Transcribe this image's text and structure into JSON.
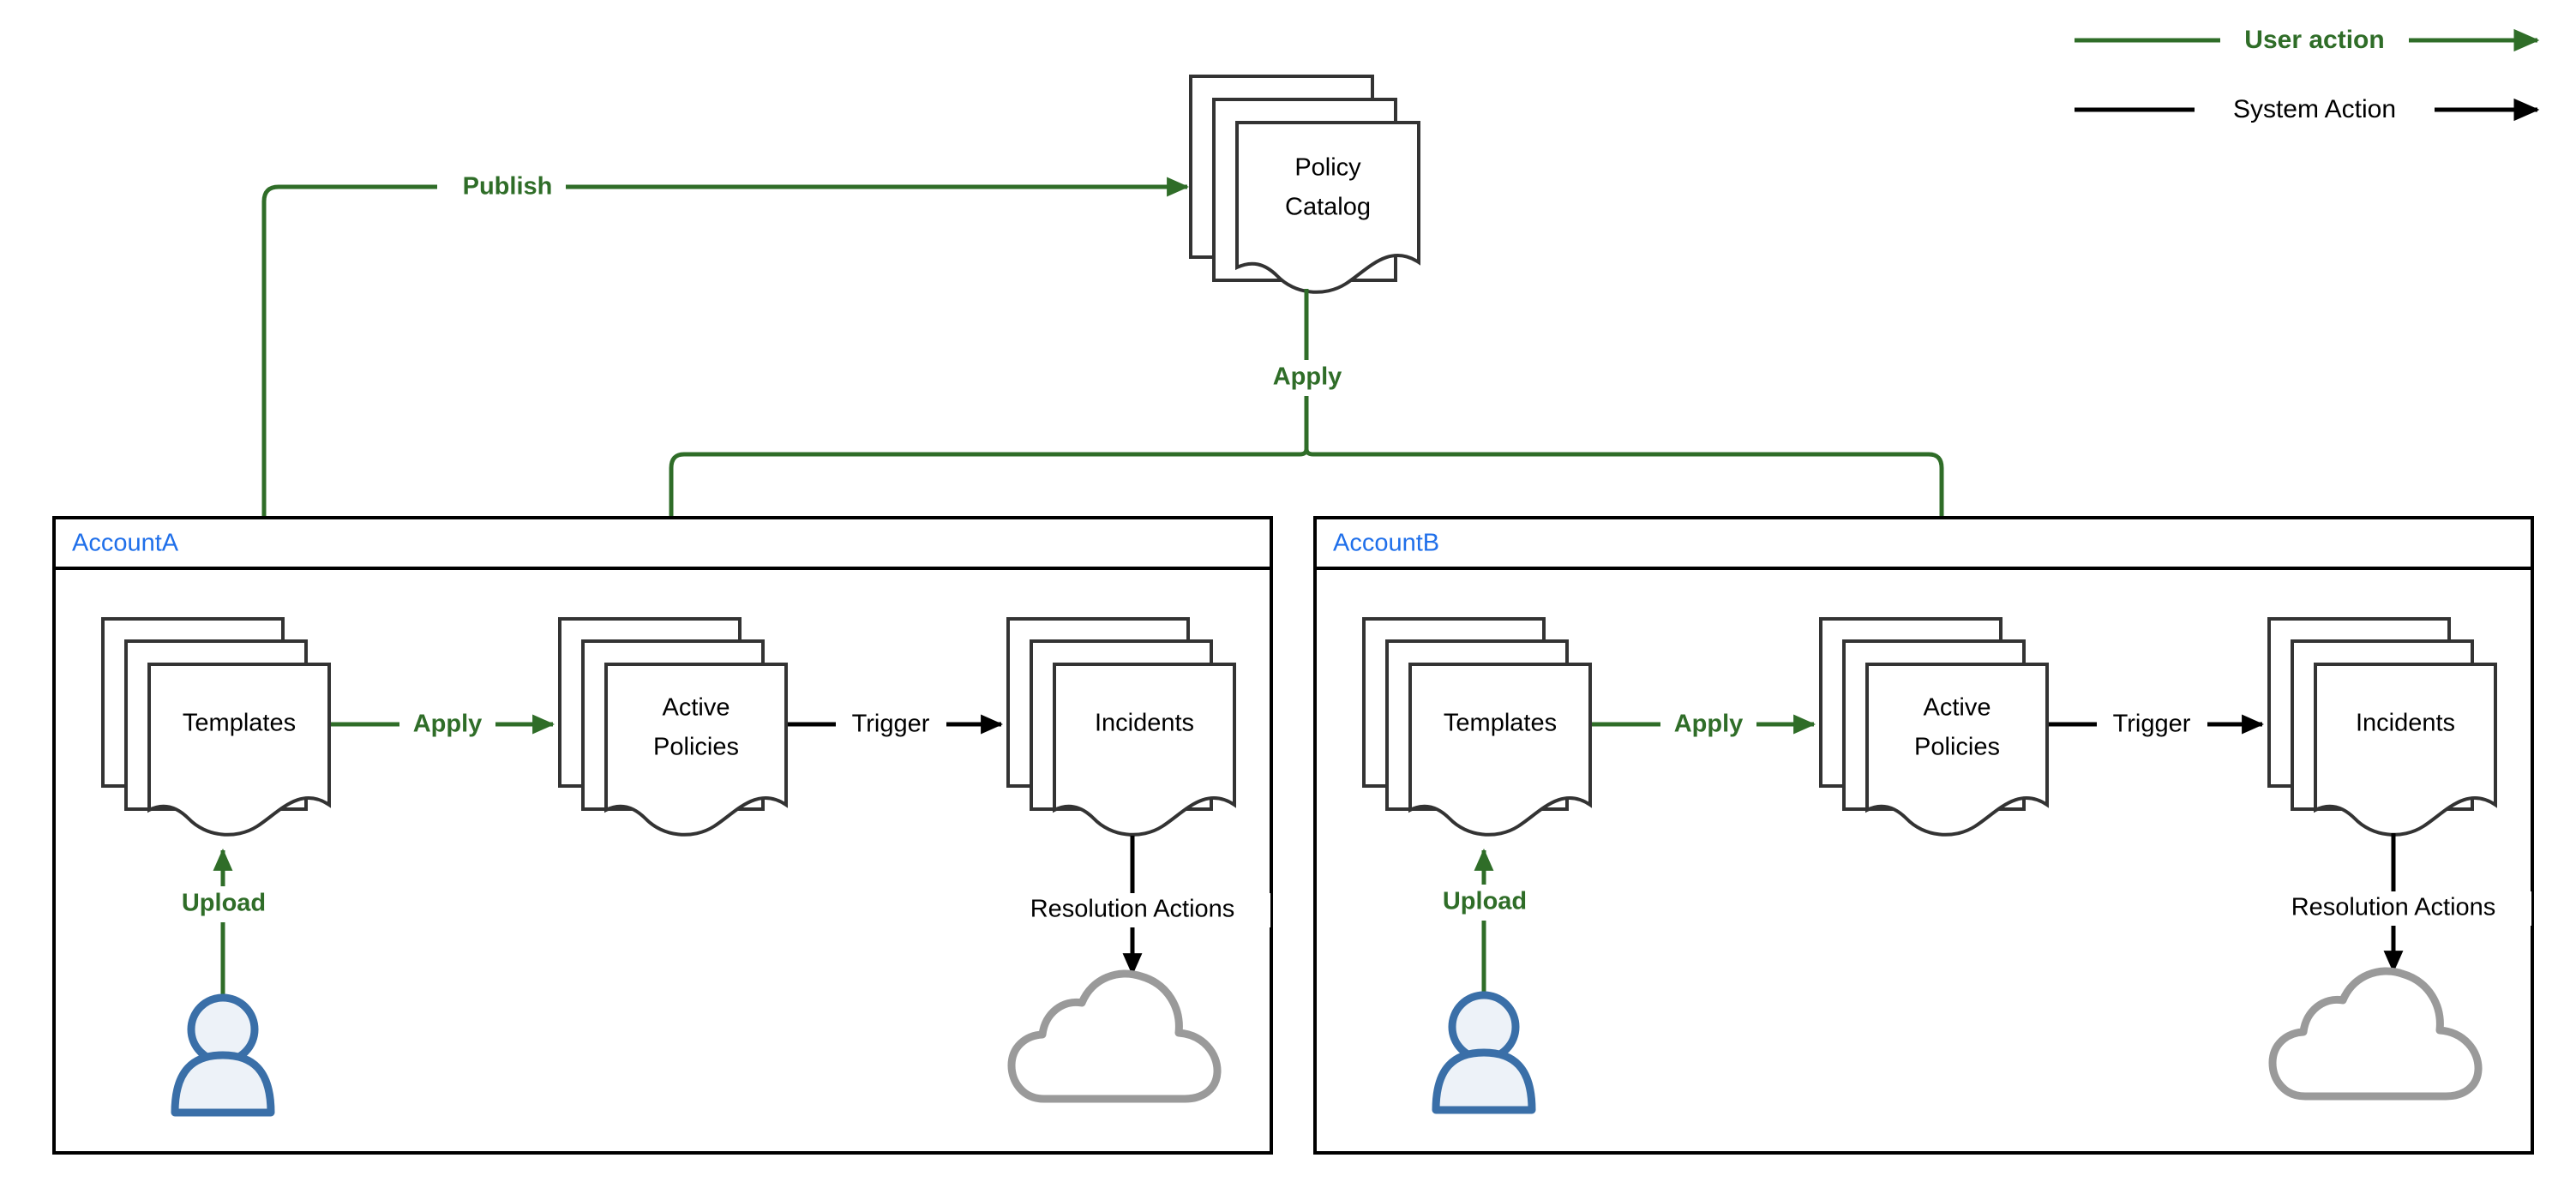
{
  "legend": {
    "user_action_label": "User action",
    "system_action_label": "System Action",
    "user_color": "#2F6D28",
    "system_color": "#000000"
  },
  "catalog": {
    "label_line1": "Policy",
    "label_line2": "Catalog"
  },
  "edges": {
    "publish": "Publish",
    "apply_catalog": "Apply"
  },
  "accounts": [
    {
      "title": "AccountA",
      "templates_label": "Templates",
      "active_policies_line1": "Active",
      "active_policies_line2": "Policies",
      "incidents_label": "Incidents",
      "apply_label": "Apply",
      "trigger_label": "Trigger",
      "upload_label": "Upload",
      "resolution_label": "Resolution Actions"
    },
    {
      "title": "AccountB",
      "templates_label": "Templates",
      "active_policies_line1": "Active",
      "active_policies_line2": "Policies",
      "incidents_label": "Incidents",
      "apply_label": "Apply",
      "trigger_label": "Trigger",
      "upload_label": "Upload",
      "resolution_label": "Resolution Actions"
    }
  ],
  "colors": {
    "user_action_green": "#2F6D28",
    "system_action_black": "#000000",
    "account_title_blue": "#1F6FEA",
    "doc_stroke": "#333333",
    "actor_stroke": "#3A6FA8",
    "actor_fill": "#EDF2F8",
    "cloud_stroke": "#9A9A9A"
  }
}
